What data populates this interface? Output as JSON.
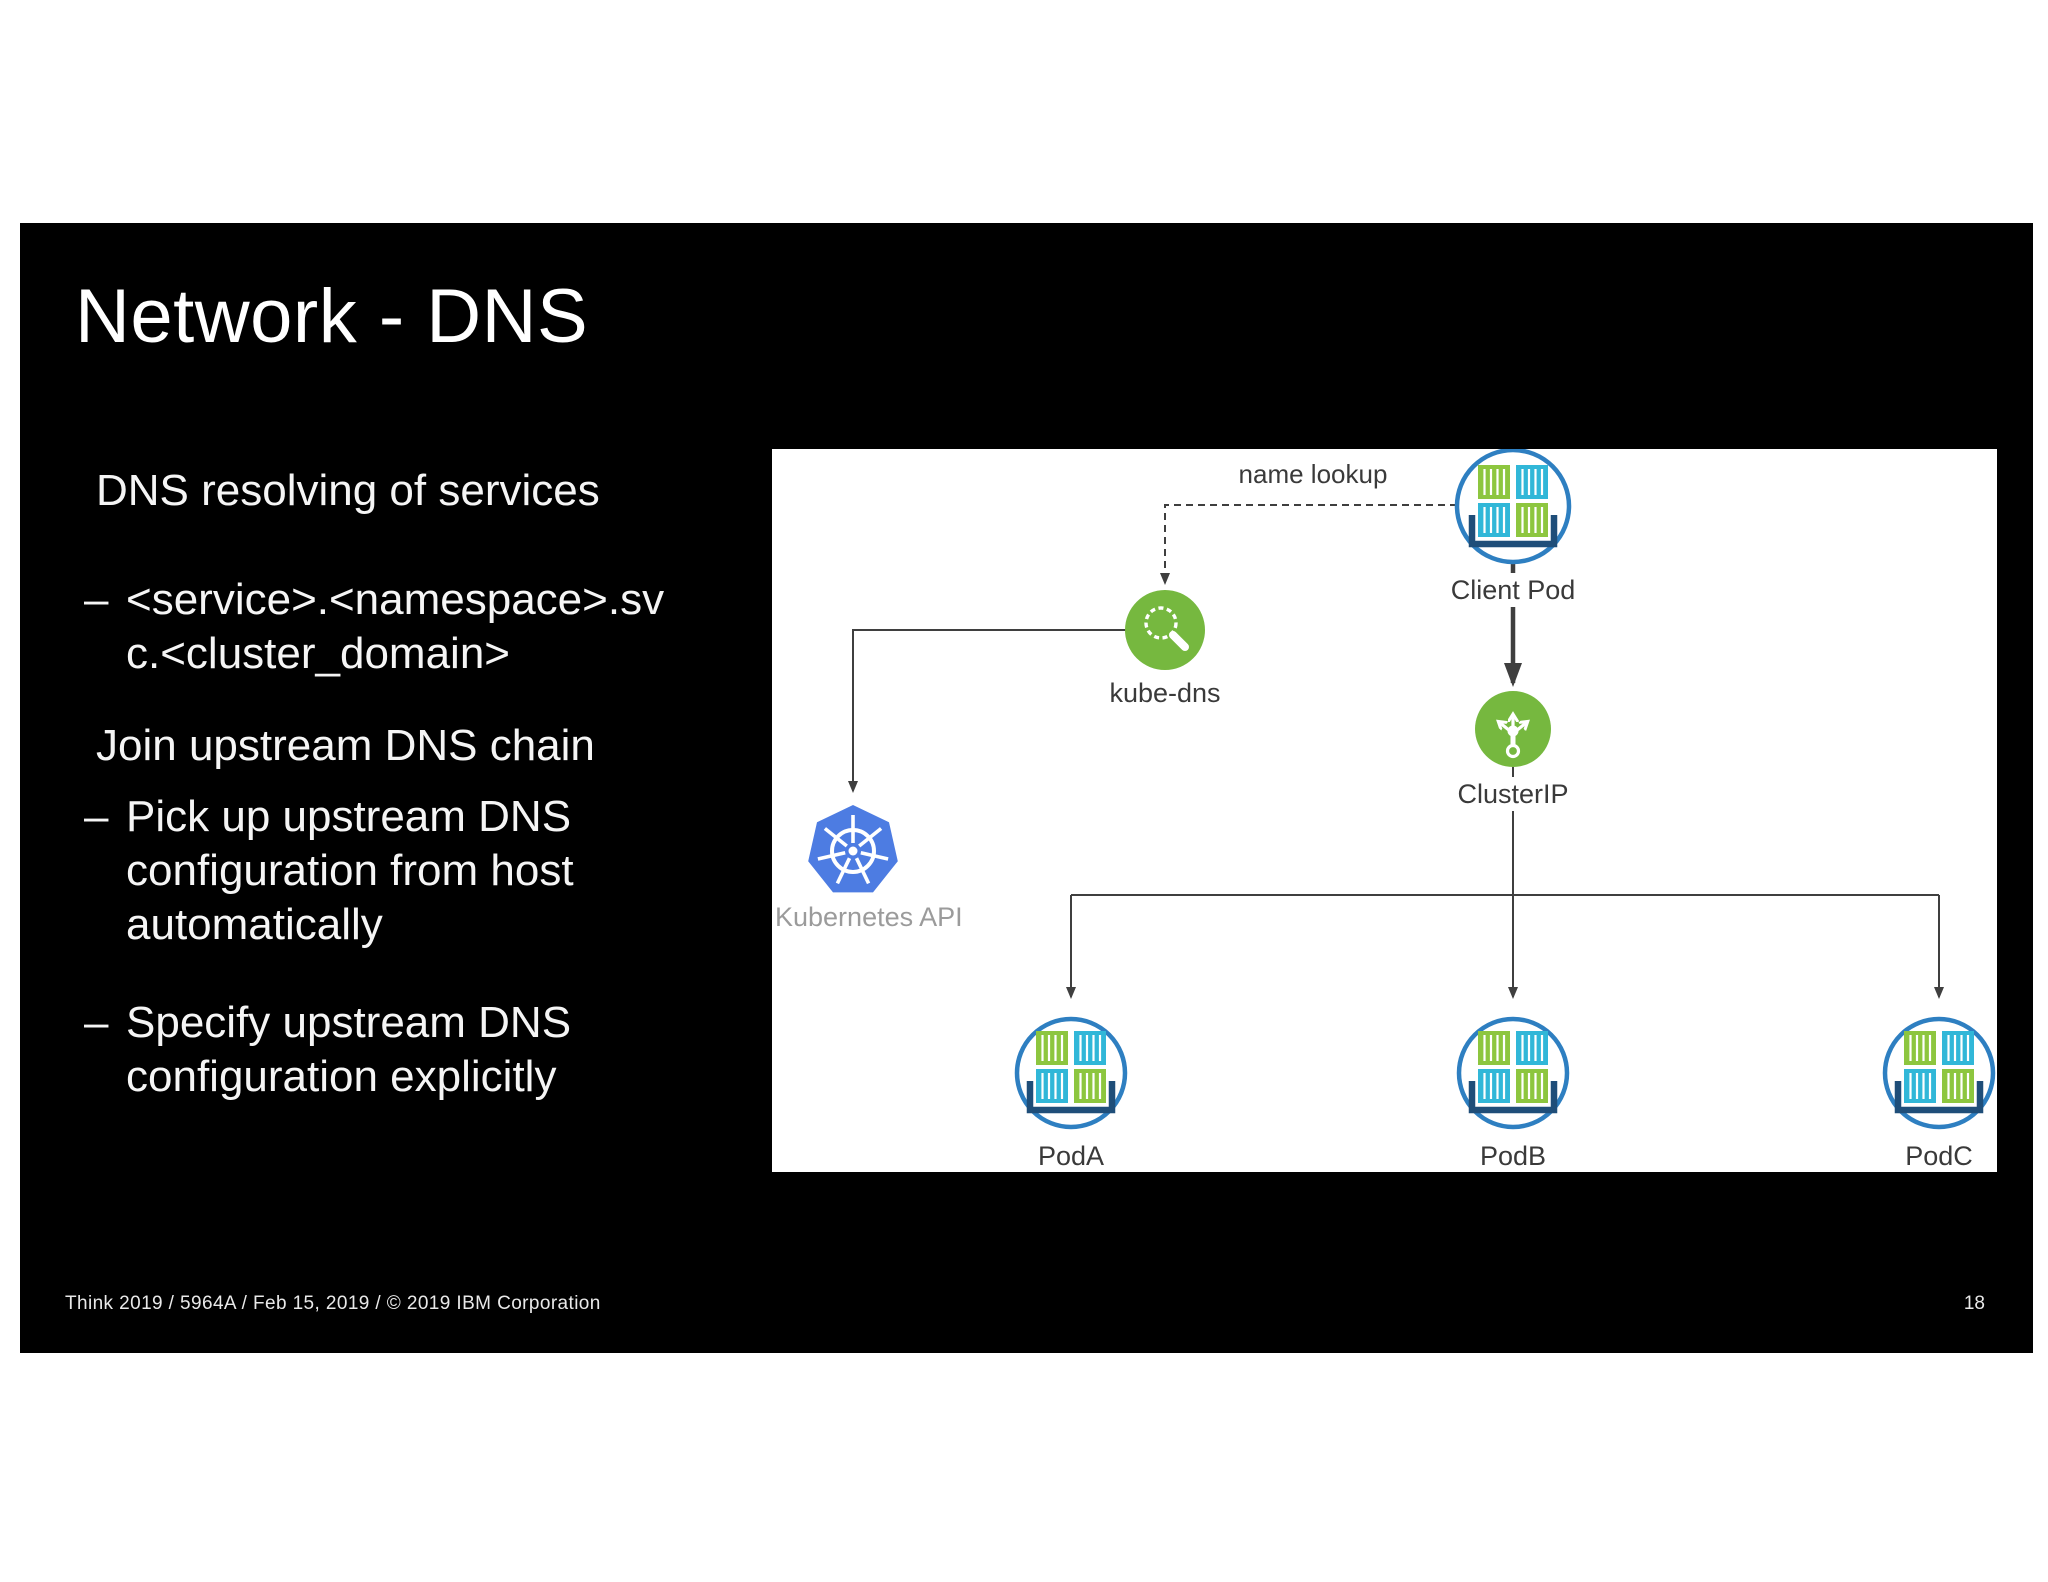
{
  "slide": {
    "title": "Network - DNS",
    "content": {
      "bullets": [
        {
          "level": 1,
          "lines": [
            "DNS resolving of services"
          ]
        },
        {
          "level": 2,
          "dash": "–",
          "lines": [
            "<service>.<namespace>.sv",
            "c.<cluster_domain>"
          ]
        },
        {
          "level": 1,
          "lines": [
            "Join upstream DNS chain"
          ]
        },
        {
          "level": 2,
          "dash": "–",
          "lines": [
            "Pick up upstream DNS",
            "configuration from host",
            "automatically"
          ]
        },
        {
          "level": 2,
          "dash": "–",
          "lines": [
            "Specify upstream DNS",
            "configuration explicitly"
          ]
        }
      ]
    },
    "footer": {
      "meta": "Think 2019 / 5964A / Feb 15, 2019 / © 2019 IBM Corporation",
      "page": "18"
    }
  },
  "diagram": {
    "edge_labels": {
      "name_lookup": "name lookup"
    },
    "nodes": {
      "client_pod": {
        "label": "Client Pod"
      },
      "kube_dns": {
        "label": "kube-dns"
      },
      "cluster_ip": {
        "label": "ClusterIP"
      },
      "kubernetes_api": {
        "label": "Kubernetes API"
      },
      "pod_a": {
        "label": "PodA"
      },
      "pod_b": {
        "label": "PodB"
      },
      "pod_c": {
        "label": "PodC"
      }
    },
    "colors": {
      "node_green": "#76b83f",
      "pod_ring_blue": "#2e7fc1",
      "kubernetes_blue": "#4d7ce2",
      "container_green": "#8dc63f",
      "container_cyan": "#31b7d8",
      "tray_navy": "#1f4e79",
      "line": "#3f3f3f",
      "label_dark": "#3a3a3a",
      "label_gray": "#9b9b9b",
      "icon_white": "#ffffff"
    }
  }
}
